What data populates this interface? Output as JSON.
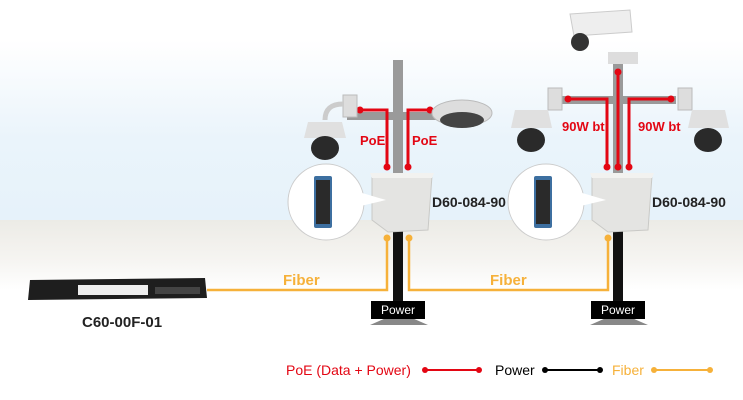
{
  "colors": {
    "poe": "#e30613",
    "power": "#000000",
    "fiber": "#f6b13a"
  },
  "switch": {
    "model": "C60-00F-01"
  },
  "poles": [
    {
      "model": "D60-084-90",
      "link_labels": [
        "PoE",
        "PoE"
      ],
      "power_label": "Power",
      "devices": [
        "ptz-camera",
        "fisheye-camera"
      ]
    },
    {
      "model": "D60-084-90",
      "link_labels": [
        "90W bt",
        "90W bt"
      ],
      "power_label": "Power",
      "devices": [
        "ptz-camera",
        "bullet-camera",
        "ptz-camera"
      ]
    }
  ],
  "fiber_labels": [
    "Fiber",
    "Fiber"
  ],
  "legend": [
    {
      "label": "PoE (Data + Power)",
      "type": "poe"
    },
    {
      "label": "Power",
      "type": "power"
    },
    {
      "label": "Fiber",
      "type": "fiber"
    }
  ]
}
